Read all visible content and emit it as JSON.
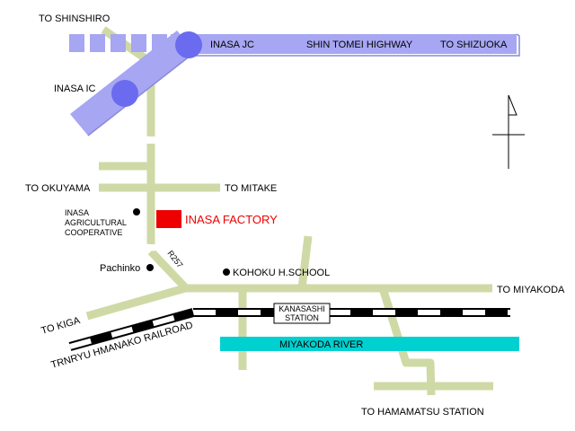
{
  "colors": {
    "road": "#cfd9a6",
    "highway": "#a6a6f2",
    "interchange": "#6b6bf0",
    "river": "#00d0d0",
    "factory": "#ee0000",
    "rail_dark": "#000000",
    "rail_light": "#ffffff"
  },
  "labels": {
    "to_shinshiro": "TO SHINSHIRO",
    "inasa_jc": "INASA JC",
    "shin_tomei_highway": "SHIN TOMEI HIGHWAY",
    "to_shizuoka": "TO SHIZUOKA",
    "inasa_ic": "INASA IC",
    "to_okuyama": "TO OKUYAMA",
    "to_mitake": "TO MITAKE",
    "inasa_agricultural_line1": "INASA",
    "inasa_agricultural_line2": "AGRICULTURAL",
    "inasa_agricultural_line3": "COOPERATIVE",
    "inasa_factory": "INASA FACTORY",
    "r257": "R257",
    "pachinko": "Pachinko",
    "kohoku_school": "KOHOKU H.SCHOOL",
    "to_miyakoda": "TO MIYAKODA",
    "kanasashi_line1": "KANASASHI",
    "kanasashi_line2": "STATION",
    "to_kiga": "TO KIGA",
    "railroad": "TRNRYU HMANAKO RAILROAD",
    "miyakoda_river": "MIYAKODA RIVER",
    "to_hamamatsu": "TO HAMAMATSU STATION"
  },
  "icons": {
    "north_arrow": "north-arrow-icon",
    "landmark_dot": "landmark-dot-icon",
    "interchange": "interchange-circle-icon"
  }
}
